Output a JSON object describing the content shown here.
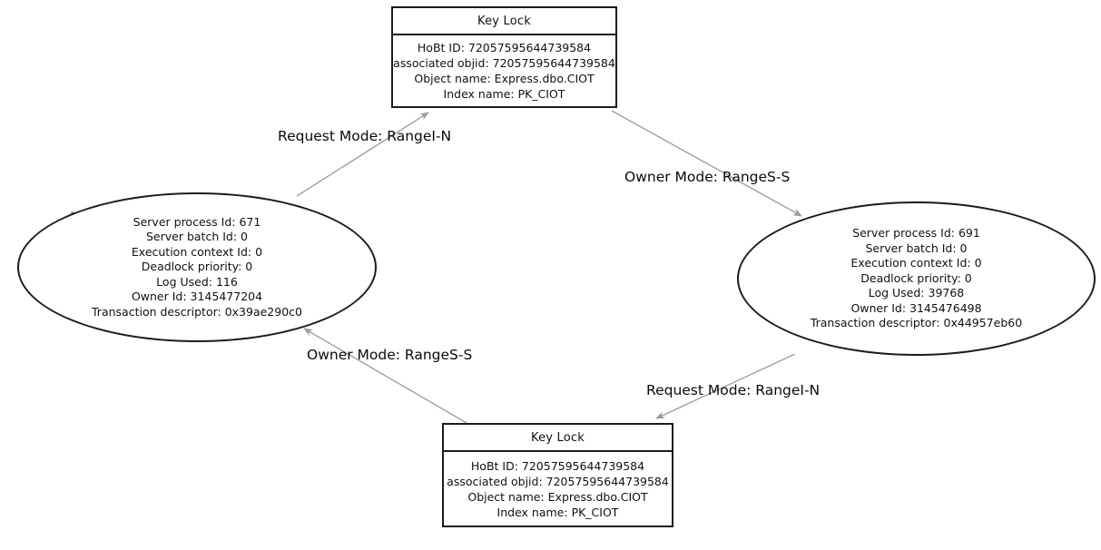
{
  "diagram": {
    "kind": "sql-server-deadlock-graph",
    "nodes": {
      "resource_top": {
        "title": "Key Lock",
        "lines": [
          "HoBt ID: 72057595644739584",
          "associated objid: 72057595644739584",
          "Object name: Express.dbo.CIOT",
          "Index name: PK_CIOT"
        ]
      },
      "resource_bottom": {
        "title": "Key Lock",
        "lines": [
          "HoBt ID: 72057595644739584",
          "associated objid: 72057595644739584",
          "Object name: Express.dbo.CIOT",
          "Index name: PK_CIOT"
        ]
      },
      "process_left": {
        "victim": true,
        "lines": [
          "Server process Id: 671",
          "Server batch Id: 0",
          "Execution context Id: 0",
          "Deadlock priority: 0",
          "Log Used: 116",
          "Owner Id: 3145477204",
          "Transaction descriptor: 0x39ae290c0"
        ]
      },
      "process_right": {
        "victim": false,
        "lines": [
          "Server process Id: 691",
          "Server batch Id: 0",
          "Execution context Id: 0",
          "Deadlock priority: 0",
          "Log Used: 39768",
          "Owner Id: 3145476498",
          "Transaction descriptor: 0x44957eb60"
        ]
      }
    },
    "edges": [
      {
        "label": "Request Mode: RangeI-N",
        "from": "process_left",
        "to": "resource_top"
      },
      {
        "label": "Owner Mode: RangeS-S",
        "from": "resource_top",
        "to": "process_right"
      },
      {
        "label": "Owner Mode: RangeS-S",
        "from": "resource_bottom",
        "to": "process_left"
      },
      {
        "label": "Request Mode: RangeI-N",
        "from": "process_right",
        "to": "resource_bottom"
      }
    ],
    "colors": {
      "victim_cross": "#3B99E8",
      "edge_line": "#a0a0a0",
      "node_border": "#1c1c1c",
      "background": "#ffffff",
      "text": "#111111"
    }
  }
}
